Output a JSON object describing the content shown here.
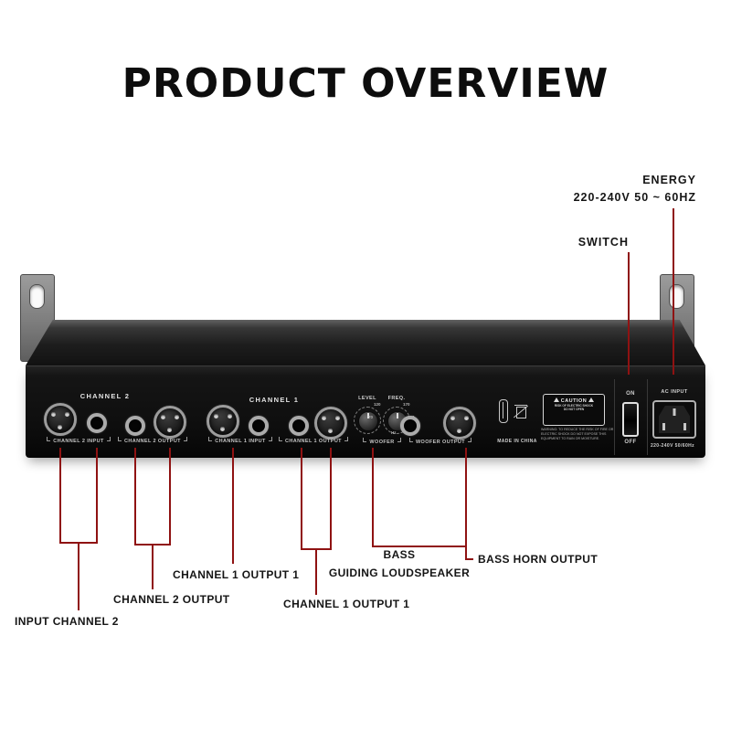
{
  "title": "PRODUCT OVERVIEW",
  "annotations": {
    "energy_title": "ENERGY",
    "energy_value": "220-240V 50 ~ 60HZ",
    "switch_label": "SWITCH",
    "input_channel_2": "INPUT CHANNEL 2",
    "channel_2_output": "CHANNEL 2 OUTPUT",
    "channel_1_output_left": "CHANNEL 1 OUTPUT 1",
    "channel_1_output_right": "CHANNEL 1 OUTPUT 1",
    "bass_line1": "BASS",
    "bass_line2": "GUIDING LOUDSPEAKER",
    "bass_horn_output": "BASS HORN OUTPUT"
  },
  "panel": {
    "channel2_group": "CHANNEL 2",
    "channel1_group": "CHANNEL 1",
    "channel2_input": "CHANNEL 2 INPUT",
    "channel2_output": "CHANNEL 2 OUTPUT",
    "channel1_input": "CHANNEL 1 INPUT",
    "channel1_output": "CHANNEL 1 OUTPUT",
    "level": "LEVEL",
    "freq": "FREQ.",
    "freq_ticks": {
      "a": "120",
      "b": "170",
      "c": "70",
      "d": "230",
      "e": "Hz"
    },
    "woofer": "WOOFER",
    "woofer_output": "WOOFER OUTPUT",
    "made_in": "MADE IN CHINA",
    "caution_title": "CAUTION",
    "caution_line1": "RISK OF ELECTRIC SHOCK",
    "caution_line2": "DO NOT OPEN",
    "warning_text": "WARNING: TO REDUCE THE RISK OF FIRE OR ELECTRIC SHOCK DO NOT EXPOSE THIS EQUIPMENT TO RAIN OR MOISTURE.",
    "on_label": "ON",
    "off_label": "OFF",
    "ac_input": "AC INPUT",
    "ac_rating": "220-240V 50/60Hz"
  },
  "colors": {
    "callout_red": "#8f1212",
    "panel_black": "#111111"
  }
}
